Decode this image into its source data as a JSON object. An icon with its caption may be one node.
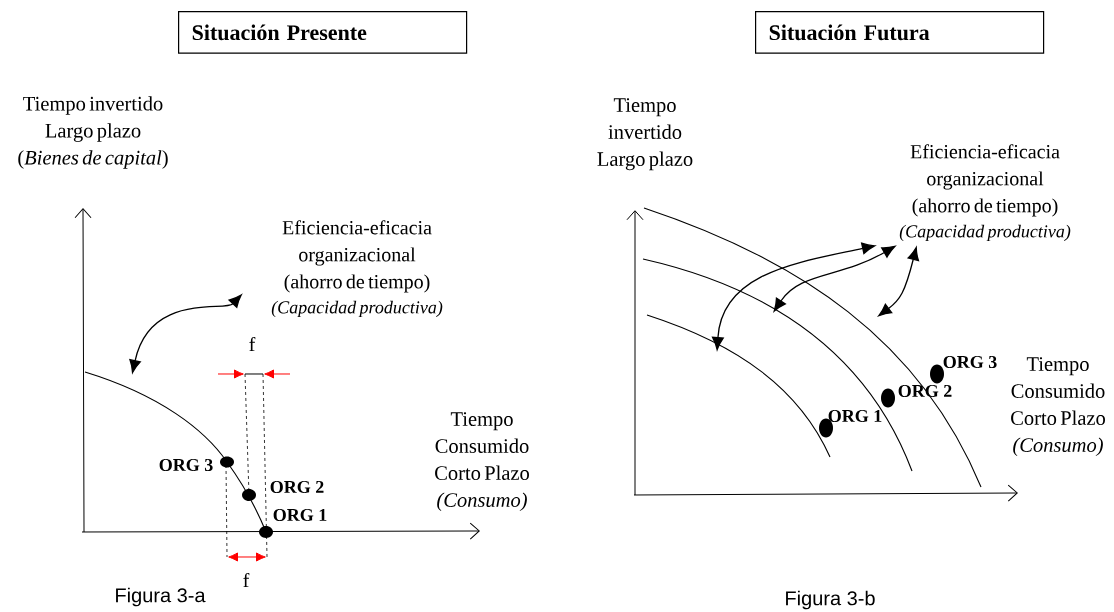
{
  "diagram": {
    "nodes": [
      {
        "text": [
          "Situación Presente"
        ]
      },
      {
        "text": [
          "Situación Futura"
        ]
      },
      {
        "text": [
          "Eficiencia-eficacia organizacional (ahorro de tiempo)",
          "(Capacidad productiva)"
        ]
      },
      {
        "text": [],
        "shape": "curve"
      },
      {
        "text": [
          "Eficiencia-eficacia organizacional (ahorro de tiempo)",
          "(Capacidad productiva)"
        ]
      }
    ],
    "edges": [
      {
        "from": 2,
        "to": 3,
        "arrow": "both"
      },
      {
        "from": 4,
        "to": null,
        "arrow": "both"
      },
      {
        "from": 4,
        "to": null,
        "arrow": "both"
      },
      {
        "from": 4,
        "to": null,
        "arrow": "both"
      }
    ],
    "labels": [
      "Tiempo invertido Largo plazo (*Bienes de capital*)",
      "Tiempo invertido Largo plazo",
      "f",
      "Tiempo Consumido Corto Plazo *(Consumo)*",
      "ORG 3",
      "ORG 2",
      "ORG 1",
      "f",
      "ORG 3",
      "Tiempo Consumido Corto Plazo *(Consumo)*",
      "ORG 2",
      "ORG 1",
      "Figura 3-a",
      "Figura 3-b"
    ]
  }
}
